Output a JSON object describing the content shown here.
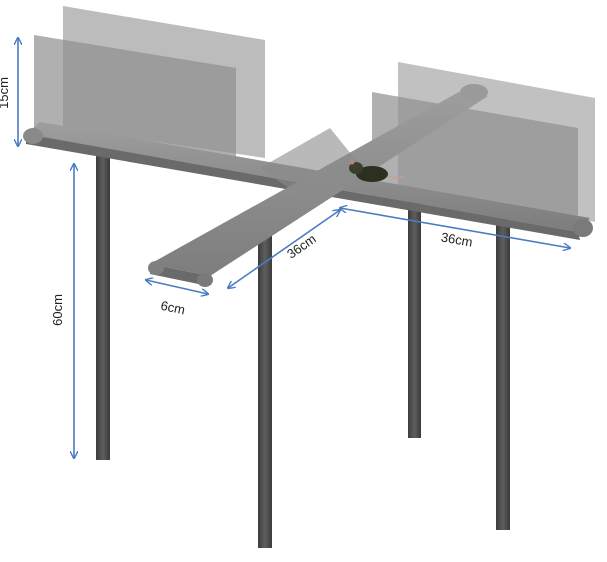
{
  "diagram": {
    "labels": {
      "wall_height": "15cm",
      "leg_height": "60cm",
      "arm_width": "6cm",
      "arm_length_near": "36cm",
      "arm_length_right": "36cm"
    }
  },
  "colors": {
    "background": "#ffffff",
    "arm_surface": "#8c8c8c",
    "arm_edge": "#6a6a6a",
    "wall": "#9a9a9a",
    "leg": "#4a4a4a",
    "arrow": "#4a7cc4",
    "text": "#222222"
  }
}
